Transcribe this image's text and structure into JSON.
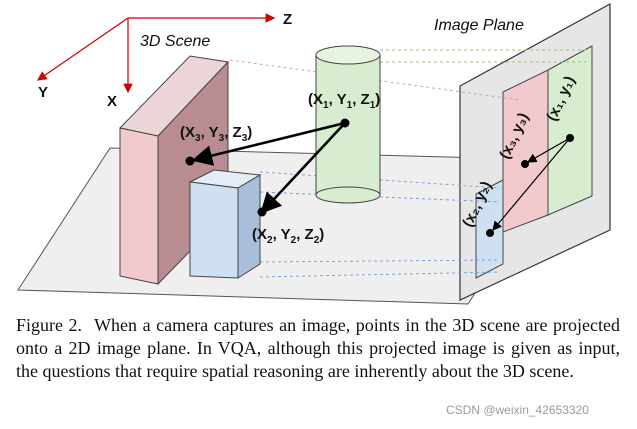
{
  "figure": {
    "axes": {
      "z": "Z",
      "x": "X",
      "y": "Y"
    },
    "scene_label": "3D Scene",
    "plane_label": "Image Plane",
    "points_3d": [
      {
        "id": "p1",
        "base": "(X",
        "idx": "1",
        "mid": ", Y",
        "tail": ", Z",
        "close": ")"
      },
      {
        "id": "p2",
        "base": "(X",
        "idx": "2",
        "mid": ", Y",
        "tail": ", Z",
        "close": ")"
      },
      {
        "id": "p3",
        "base": "(X",
        "idx": "3",
        "mid": ", Y",
        "tail": ", Z",
        "close": ")"
      }
    ],
    "points_2d": [
      {
        "id": "q1",
        "text": "(x₁, y₁)"
      },
      {
        "id": "q2",
        "text": "(x₂, y₂)"
      },
      {
        "id": "q3",
        "text": "(x₃, y₃)"
      }
    ],
    "colors": {
      "red_box": "#f2c9cc",
      "red_box_side": "#b98c91",
      "blue_box": "#cfe0f2",
      "green_cyl": "#d8eccf",
      "axis": "#cc0000",
      "plane": "#e4e4e4"
    }
  },
  "caption": {
    "label": "Figure 2.",
    "text": "When a camera captures an image, points in the 3D scene are projected onto a 2D image plane. In VQA, although this projected image is given as input, the questions that require spatial reasoning are inherently about the 3D scene."
  },
  "watermark": "CSDN @weixin_42653320"
}
